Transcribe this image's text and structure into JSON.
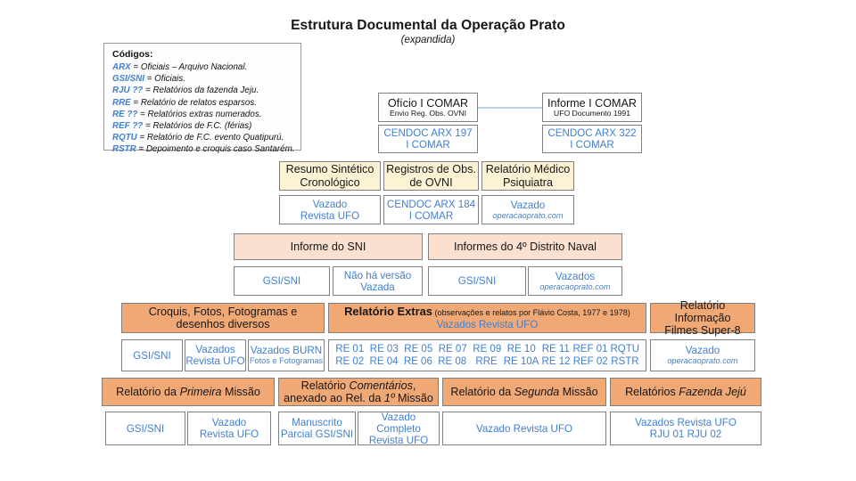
{
  "header": {
    "title": "Estrutura Documental da Operação Prato",
    "subtitle": "(expandida)"
  },
  "legend": {
    "title": "Códigos:",
    "items": [
      {
        "code": "ARX",
        "desc": " = Oficiais – Arquivo Nacional."
      },
      {
        "code": "GSI/SNI",
        "desc": " = Oficiais."
      },
      {
        "code": "RJU ??",
        "desc": " = Relatórios da fazenda Jeju."
      },
      {
        "code": "RRE",
        "desc": " = Relatório de relatos esparsos."
      },
      {
        "code": "RE ??",
        "desc": " = Relatórios extras numerados."
      },
      {
        "code": "REF ??",
        "desc": " = Relatórios de F.C. (férias)"
      },
      {
        "code": "RQTU",
        "desc": " = Relatório de F.C. evento Quatipurú."
      },
      {
        "code": "RSTR",
        "desc": " = Depoimento e croquis caso Santarém."
      }
    ]
  },
  "row1": {
    "oficio": {
      "title": "Ofício I COMAR",
      "sub_small": "Envio Reg. Obs. OVNI",
      "source_line1": "CENDOC ARX 197",
      "source_line2": "I COMAR"
    },
    "informe": {
      "title": "Informe I COMAR",
      "sub_small": "UFO Documento 1991",
      "source_line1": "CENDOC ARX 322",
      "source_line2": "I COMAR"
    }
  },
  "row2": [
    {
      "title_line1": "Resumo Sintético",
      "title_line2": "Cronológico",
      "source_line1": "Vazado",
      "source_line2": "Revista UFO",
      "source_italic2": false
    },
    {
      "title_line1": "Registros de Obs.",
      "title_line2": "de OVNI",
      "source_line1": "CENDOC ARX 184",
      "source_line2": "I COMAR",
      "source_italic2": false
    },
    {
      "title_line1": "Relatório Médico",
      "title_line2": "Psiquiatra",
      "source_line1": "Vazado",
      "source_line2": "operacaoprato.com",
      "source_italic2": true
    }
  ],
  "row3": {
    "headers": [
      {
        "label": "Informe do SNI"
      },
      {
        "label": "Informes do 4º Distrito Naval"
      }
    ],
    "subs": [
      {
        "line1": "GSI/SNI",
        "line2": "",
        "italic2": false
      },
      {
        "line1": "Não há versão",
        "line2": "Vazada",
        "italic2": false
      },
      {
        "line1": "GSI/SNI",
        "line2": "",
        "italic2": false
      },
      {
        "line1": "Vazados",
        "line2": "operacaoprato.com",
        "italic2": true
      }
    ]
  },
  "row4": {
    "croquis": {
      "title_line1": "Croquis, Fotos, Fotogramas e",
      "title_line2": "desenhos diversos"
    },
    "extras": {
      "title_bold": "Relatório Extras",
      "title_small": " (observações e relatos por Flávio Costa, 1977 e 1978)",
      "subtitle": "Vazados Revista UFO"
    },
    "filmes": {
      "title_line1": "Relatório Informação",
      "title_line2": "Filmes Super-8"
    },
    "croquis_subs": [
      {
        "line1": "GSI/SNI",
        "line2": "",
        "small2": false
      },
      {
        "line1": "Vazados",
        "line2": "Revista UFO",
        "small2": false
      },
      {
        "line1": "Vazados BURN",
        "line2": "Fotos e Fotogramas",
        "small2": true
      }
    ],
    "codes_row1": [
      "RE 01",
      "RE 03",
      "RE 05",
      "RE 07",
      "RE 09",
      "RE 10",
      "RE 11",
      "REF 01",
      "RQTU"
    ],
    "codes_row2": [
      "RE 02",
      "RE 04",
      "RE 06",
      "RE 08",
      "RRE",
      "RE 10A",
      "RE 12",
      "REF 02",
      "RSTR"
    ],
    "filmes_sub": {
      "line1": "Vazado",
      "line2": "operacaoprato.com"
    }
  },
  "row5": {
    "headers": [
      {
        "pre": "Relatório da ",
        "em": "Primeira",
        "post": " Missão",
        "line2": ""
      },
      {
        "pre": "Relatório ",
        "em": "Comentários",
        "post": ",",
        "line2_pre": "anexado ao Rel. da ",
        "line2_em": "1º",
        "line2_post": "  Missão"
      },
      {
        "pre": "Relatório da ",
        "em": "Segunda",
        "post": " Missão",
        "line2": ""
      },
      {
        "pre": "Relatórios ",
        "em": "Fazenda Jejú",
        "post": "",
        "line2": ""
      }
    ],
    "subs": [
      {
        "line1": "GSI/SNI",
        "line2": ""
      },
      {
        "line1": "Vazado",
        "line2": "Revista UFO"
      },
      {
        "line1": "Manuscrito",
        "line2": "Parcial GSI/SNI"
      },
      {
        "line1": "Vazado Completo",
        "line2": "Revista UFO"
      },
      {
        "line1": "Vazado Revista UFO",
        "line2": ""
      },
      {
        "line1": "Vazados Revista UFO",
        "line2": "RJU 01   RJU 02"
      }
    ]
  },
  "colors": {
    "accent_blue": "#3f7fd4",
    "header_orange": "#f0a875",
    "header_peach": "#fbe0d0",
    "header_cream": "#fdf3d4",
    "border_gray": "#808080",
    "connector_blue": "#bed3ea"
  }
}
